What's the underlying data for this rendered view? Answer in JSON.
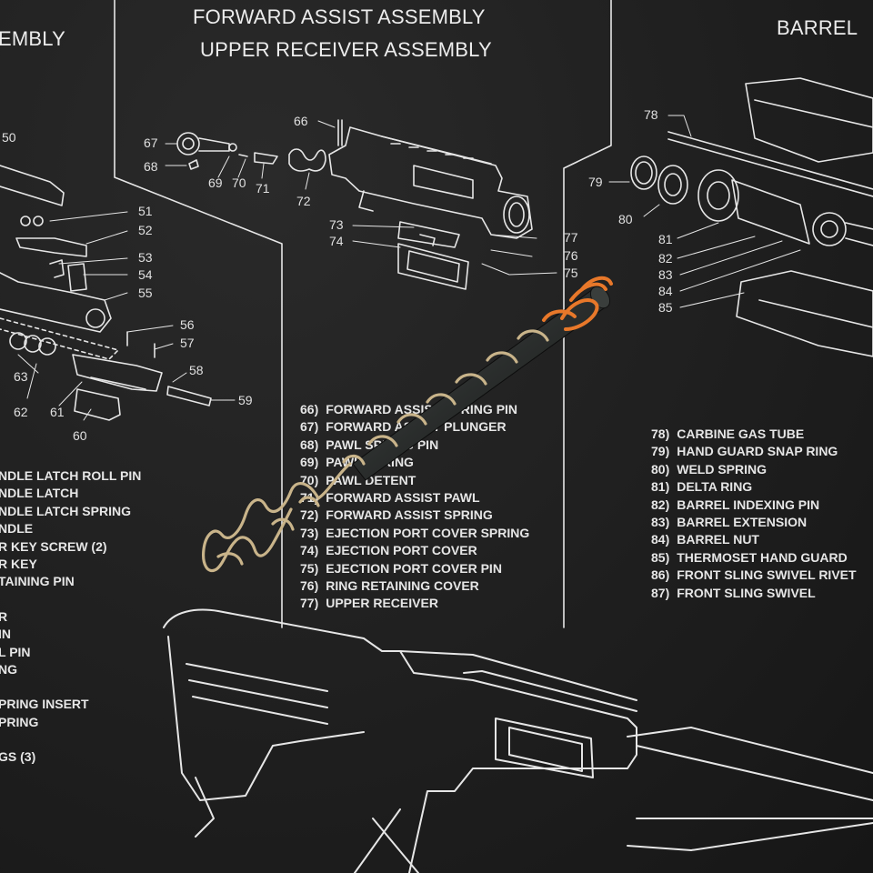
{
  "headings": {
    "left_partial": "EMBLY",
    "forward_assist_line1": "FORWARD ASSIST ASSEMBLY",
    "forward_assist_line2": "UPPER RECEIVER ASSEMBLY",
    "barrel_partial": "BARREL"
  },
  "left_callouts": {
    "c50": "50",
    "c51": "51",
    "c52": "52",
    "c53": "53",
    "c54": "54",
    "c55": "55",
    "c56": "56",
    "c57": "57",
    "c58": "58",
    "c59": "59",
    "c60": "60",
    "c61": "61",
    "c62": "62",
    "c63": "63"
  },
  "forward_assist_callouts": {
    "c66": "66",
    "c67": "67",
    "c68": "68",
    "c69": "69",
    "c70": "70",
    "c71": "71",
    "c72": "72",
    "c73": "73",
    "c74": "74",
    "c75": "75",
    "c76": "76",
    "c77": "77"
  },
  "barrel_callouts": {
    "c78": "78",
    "c79": "79",
    "c80": "80",
    "c81": "81",
    "c82": "82",
    "c83": "83",
    "c84": "84",
    "c85": "85"
  },
  "left_legend": [
    "NDLE LATCH ROLL PIN",
    "NDLE LATCH",
    "NDLE LATCH SPRING",
    "NDLE",
    "R KEY SCREW (2)",
    "R KEY",
    "TAINING PIN",
    "",
    "R",
    "IN",
    "L PIN",
    "NG",
    "",
    "PRING INSERT",
    "PRING",
    "",
    "GS (3)"
  ],
  "center_legend": [
    {
      "num": "66)",
      "text": "FORWARD ASSIST SPRING PIN"
    },
    {
      "num": "67)",
      "text": "FORWARD ASSIST PLUNGER"
    },
    {
      "num": "68)",
      "text": "PAWL SPRING PIN"
    },
    {
      "num": "69)",
      "text": "PAWL SPRING"
    },
    {
      "num": "70)",
      "text": "PAWL DETENT"
    },
    {
      "num": "71)",
      "text": "FORWARD ASSIST PAWL"
    },
    {
      "num": "72)",
      "text": "FORWARD ASSIST SPRING"
    },
    {
      "num": "73)",
      "text": "EJECTION PORT COVER SPRING"
    },
    {
      "num": "74)",
      "text": "EJECTION PORT COVER"
    },
    {
      "num": "75)",
      "text": "EJECTION PORT COVER PIN"
    },
    {
      "num": "76)",
      "text": "RING RETAINING COVER"
    },
    {
      "num": "77)",
      "text": "UPPER RECEIVER"
    }
  ],
  "right_legend": [
    {
      "num": "78)",
      "text": "CARBINE GAS TUBE"
    },
    {
      "num": "79)",
      "text": "HAND GUARD SNAP RING"
    },
    {
      "num": "80)",
      "text": "WELD SPRING"
    },
    {
      "num": "81)",
      "text": "DELTA RING"
    },
    {
      "num": "82)",
      "text": "BARREL INDEXING PIN"
    },
    {
      "num": "83)",
      "text": "BARREL EXTENSION"
    },
    {
      "num": "84)",
      "text": "BARREL NUT"
    },
    {
      "num": "85)",
      "text": "THERMOSET HAND GUARD"
    },
    {
      "num": "86)",
      "text": "FRONT SLING SWIVEL RIVET"
    },
    {
      "num": "87)",
      "text": "FRONT SLING SWIVEL"
    }
  ],
  "colors": {
    "mat": "#1f1f1f",
    "print": "#e9e9e9",
    "guide_rod": "#2a2d2c",
    "spring_steel": "#c9b48a",
    "spring_orange": "#e8782a"
  },
  "objects": {
    "guide_rod": "buffer-guide-rod-photo",
    "spring": "recoil-spring-photo"
  }
}
